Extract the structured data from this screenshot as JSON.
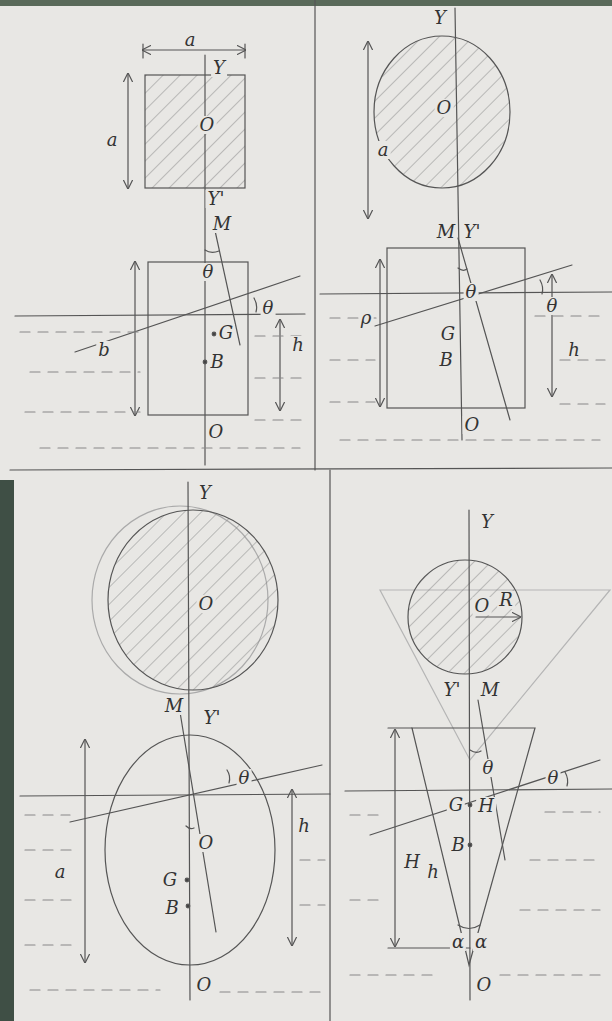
{
  "diagram": {
    "labels": [
      "a",
      "Y",
      "a",
      "O",
      "Y'",
      "M",
      "θ",
      "θ",
      "b",
      "G",
      "B",
      "h",
      "O",
      "Y",
      "a",
      "O",
      "M",
      "Y'",
      "θ",
      "θ",
      "ρ",
      "G",
      "B",
      "h",
      "O",
      "Y",
      "O",
      "M",
      "Y'",
      "θ",
      "a",
      "h",
      "O",
      "G",
      "B",
      "O",
      "Y",
      "O",
      "R",
      "Y'",
      "M",
      "θ",
      "θ",
      "G",
      "H",
      "B",
      "H",
      "h",
      "α",
      "α",
      "O"
    ]
  }
}
